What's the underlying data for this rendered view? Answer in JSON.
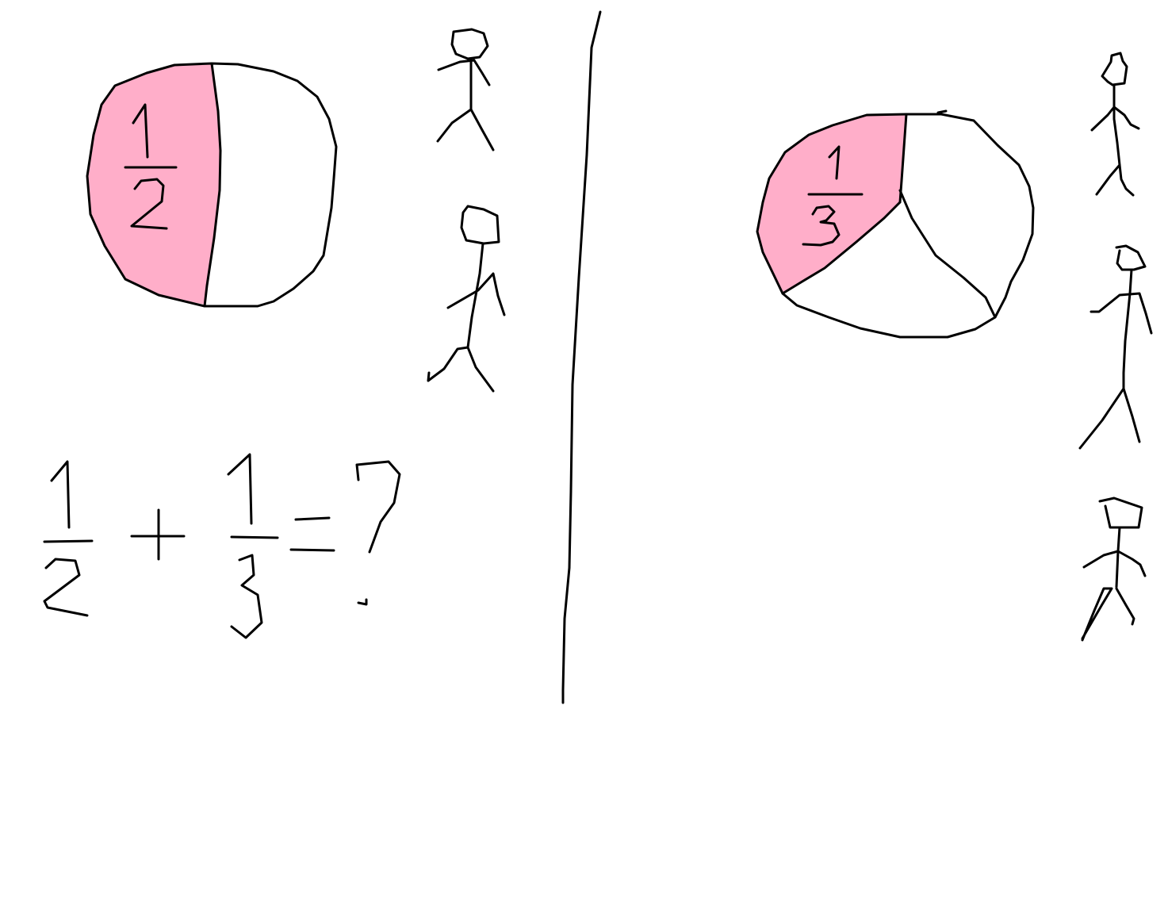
{
  "colors": {
    "background": "#ffffff",
    "ink": "#000000",
    "shaded_fraction": "#ffaec9"
  },
  "left_panel": {
    "circle": {
      "parts": 2,
      "shaded_parts": 1,
      "label": {
        "numerator": "1",
        "denominator": "2"
      }
    },
    "people_count": 2
  },
  "right_panel": {
    "circle": {
      "parts": 3,
      "shaded_parts": 1,
      "label": {
        "numerator": "1",
        "denominator": "3"
      }
    },
    "people_count": 3
  },
  "equation": {
    "term1": {
      "numerator": "1",
      "denominator": "2"
    },
    "operator": "+",
    "term2": {
      "numerator": "1",
      "denominator": "3"
    },
    "equals": "=",
    "result": "?"
  }
}
